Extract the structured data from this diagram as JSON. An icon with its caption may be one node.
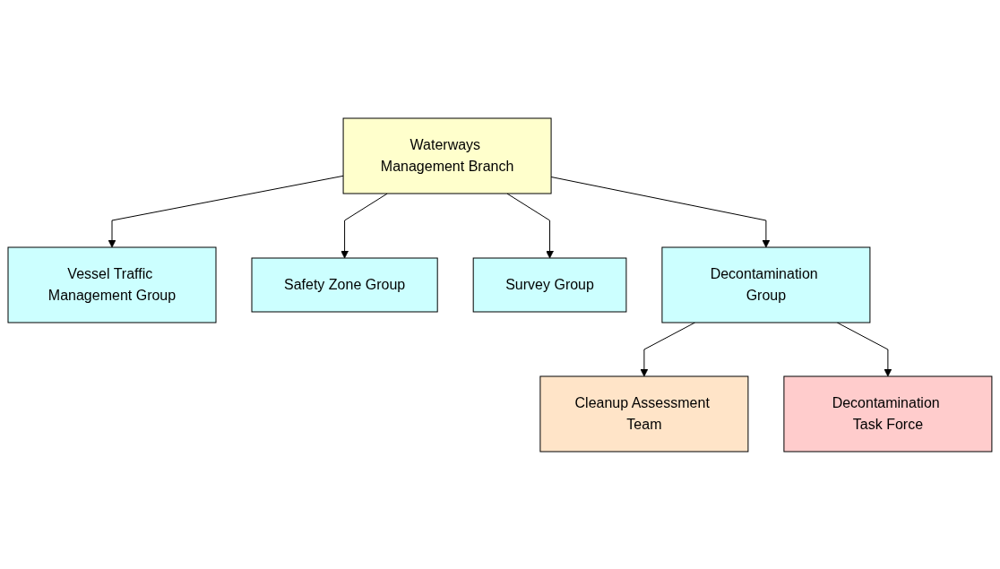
{
  "diagram": {
    "nodes": [
      {
        "text": [
          "Waterways Management Branch"
        ]
      },
      {
        "text": [
          "Vessel Traffic Management Group"
        ]
      },
      {
        "text": [
          "Safety Zone Group"
        ]
      },
      {
        "text": [
          "Survey Group"
        ]
      },
      {
        "text": [
          "Decontamination Group"
        ]
      },
      {
        "text": [
          "Cleanup Assessment Team"
        ]
      },
      {
        "text": [
          "Decontamination Task Force"
        ]
      }
    ],
    "edges": [
      {
        "from": 0,
        "to": 1,
        "arrow": "to"
      },
      {
        "from": 0,
        "to": 2,
        "arrow": "to"
      },
      {
        "from": 0,
        "to": 3,
        "arrow": "to"
      },
      {
        "from": 0,
        "to": 4,
        "arrow": "to"
      },
      {
        "from": 4,
        "to": 5,
        "arrow": "to"
      },
      {
        "from": 4,
        "to": 6,
        "arrow": "to"
      }
    ]
  }
}
